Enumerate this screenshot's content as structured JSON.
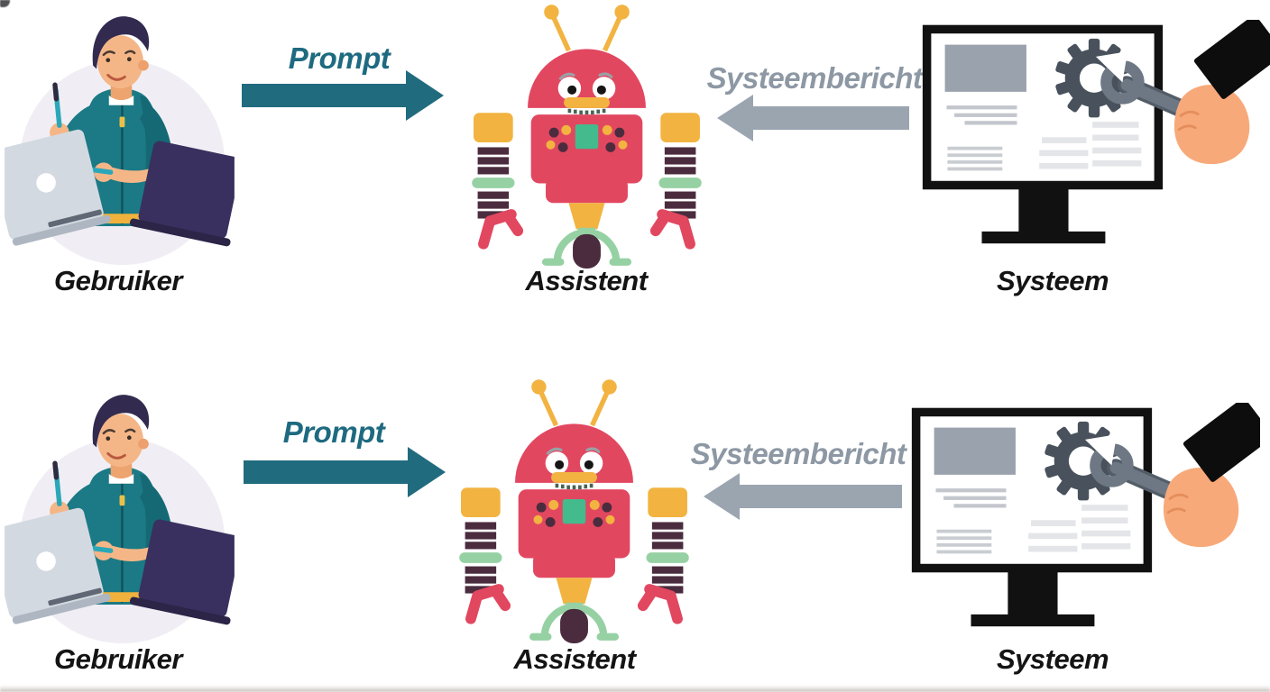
{
  "diagram": {
    "description": "Prompt / Systeembericht flow between user, assistant and system, repeated in two identical rows",
    "rows": [
      {
        "nodes": [
          {
            "id": "user",
            "label": "Gebruiker",
            "icon": "user-at-laptop-illustration"
          },
          {
            "id": "assistant",
            "label": "Assistent",
            "icon": "robot-assistant-illustration"
          },
          {
            "id": "system",
            "label": "Systeem",
            "icon": "system-monitor-illustration"
          }
        ],
        "arrows": [
          {
            "id": "prompt",
            "label": "Prompt",
            "from": "user",
            "to": "assistant",
            "direction": "right"
          },
          {
            "id": "system-message",
            "label": "Systeembericht",
            "from": "system",
            "to": "assistant",
            "direction": "left"
          }
        ]
      },
      {
        "nodes": [
          {
            "id": "user",
            "label": "Gebruiker",
            "icon": "user-at-laptop-illustration"
          },
          {
            "id": "assistant",
            "label": "Assistent",
            "icon": "robot-assistant-illustration"
          },
          {
            "id": "system",
            "label": "Systeem",
            "icon": "system-monitor-illustration"
          }
        ],
        "arrows": [
          {
            "id": "prompt",
            "label": "Prompt",
            "from": "user",
            "to": "assistant",
            "direction": "right"
          },
          {
            "id": "system-message",
            "label": "Systeembericht",
            "from": "system",
            "to": "assistant",
            "direction": "left"
          }
        ]
      }
    ]
  },
  "colors": {
    "background": "#ffffff",
    "prompt_arrow": "#216b7e",
    "prompt_label": "#1e6a80",
    "system_message_arrow": "#9aa5b0",
    "system_message_label": "#8d98a4",
    "node_label": "#141414",
    "robot_red": "#e24760",
    "robot_yellow": "#f2b340",
    "robot_plum": "#4b2c3e",
    "robot_mint": "#96d1a4",
    "robot_screen_teal": "#43bb8d",
    "shirt_teal": "#1b7a85",
    "skin": "#f5b687",
    "monitor_frame": "#111111",
    "gear": "#49525c",
    "wrench": "#6d7884",
    "hand": "#f8a979"
  },
  "icons": {
    "user-at-laptop-illustration": "person in teal shirt holding a pen between two laptops inside a pale circle",
    "robot-assistant-illustration": "red cartoon robot with yellow antennae, segmented arms, claws and a single wheel",
    "system-monitor-illustration": "desktop monitor showing a document page, with a gear and a hand holding a wrench",
    "prompt-arrow-icon": "solid teal arrow pointing right",
    "system-message-arrow-icon": "solid gray arrow pointing left"
  }
}
